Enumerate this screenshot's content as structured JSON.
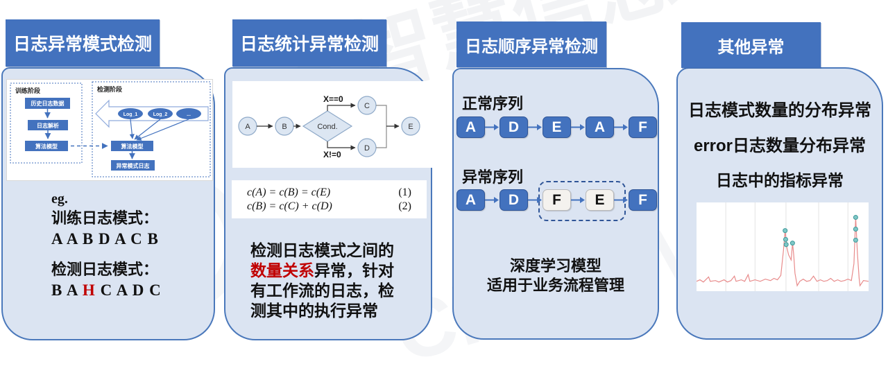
{
  "watermark": {
    "top": "云智慧信息",
    "bottom": "CloudWise"
  },
  "panels": [
    {
      "title": "日志异常模式检测",
      "diagram": {
        "train_label": "训练阶段",
        "train_steps": [
          "历史日志数据",
          "日志解析",
          "算法模型"
        ],
        "detect_label": "检测阶段",
        "logs": [
          "Log_1",
          "Log_2",
          "..."
        ],
        "detect_model": "算法模型",
        "detect_output": "异常模式日志"
      },
      "example": {
        "eg": "eg.",
        "train_label": "训练日志模式：",
        "train_seq": "A A B D A C B",
        "detect_label": "检测日志模式：",
        "detect_seq_before": "B A ",
        "detect_seq_anomaly": "H",
        "detect_seq_after": " C A D C"
      }
    },
    {
      "title": "日志统计异常检测",
      "flowchart": {
        "node_a": "A",
        "node_b": "B",
        "node_cond": "Cond.",
        "node_c": "C",
        "node_d": "D",
        "node_e": "E",
        "branch_top": "X==0",
        "branch_bottom": "X!=0"
      },
      "formulas": [
        {
          "expr": "c(A) = c(B) = c(E)",
          "num": "(1)"
        },
        {
          "expr": "c(B) = c(C) + c(D)",
          "num": "(2)"
        }
      ],
      "desc": {
        "l1": "检测日志模式之间的",
        "l2_red": "数量关系",
        "l2_rest": "异常，针对",
        "l3": "有工作流的日志，检",
        "l4": "测其中的执行异常"
      }
    },
    {
      "title": "日志顺序异常检测",
      "normal_label": "正常序列",
      "normal_seq": [
        "A",
        "D",
        "E",
        "A",
        "F"
      ],
      "abnormal_label": "异常序列",
      "abnormal_seq": [
        {
          "t": "A",
          "anom": false
        },
        {
          "t": "D",
          "anom": false
        },
        {
          "t": "F",
          "anom": true
        },
        {
          "t": "E",
          "anom": true
        },
        {
          "t": "F",
          "anom": false
        }
      ],
      "note_line1": "深度学习模型",
      "note_line2": "适用于业务流程管理"
    },
    {
      "title": "其他异常",
      "line1": "日志模式数量的分布异常",
      "line2": "error日志数量分布异常",
      "line3": "日志中的指标异常"
    }
  ],
  "chart_data": {
    "type": "line",
    "title": "",
    "xlabel": "",
    "ylabel": "",
    "description": "metric time series with anomaly spikes marked by teal dots",
    "line_color": "#e88b8b",
    "anomaly_color": "#7fc7c7",
    "anomaly_stroke": "#3d9999",
    "grid_color": "#e3e3e3",
    "ylim": [
      0,
      1
    ],
    "gridlines_x": [
      0.17,
      0.34,
      0.52,
      0.71,
      0.88
    ],
    "points": [
      [
        0,
        0.04
      ],
      [
        0.02,
        0.06
      ],
      [
        0.04,
        0.03
      ],
      [
        0.07,
        0.1
      ],
      [
        0.08,
        0.04
      ],
      [
        0.11,
        0.05
      ],
      [
        0.13,
        0.03
      ],
      [
        0.16,
        0.06
      ],
      [
        0.18,
        0.03
      ],
      [
        0.2,
        0.05
      ],
      [
        0.22,
        0.11
      ],
      [
        0.23,
        0.04
      ],
      [
        0.26,
        0.06
      ],
      [
        0.28,
        0.04
      ],
      [
        0.3,
        0.13
      ],
      [
        0.31,
        0.04
      ],
      [
        0.34,
        0.06
      ],
      [
        0.37,
        0.04
      ],
      [
        0.4,
        0.07
      ],
      [
        0.43,
        0.05
      ],
      [
        0.45,
        0.08
      ],
      [
        0.47,
        0.06
      ],
      [
        0.49,
        0.12
      ],
      [
        0.505,
        0.45
      ],
      [
        0.515,
        0.73
      ],
      [
        0.525,
        0.5
      ],
      [
        0.535,
        0.4
      ],
      [
        0.55,
        0.33
      ],
      [
        0.558,
        0.56
      ],
      [
        0.565,
        0.4
      ],
      [
        0.572,
        0.15
      ],
      [
        0.58,
        0.05
      ],
      [
        0.585,
        -0.02
      ],
      [
        0.6,
        0.04
      ],
      [
        0.62,
        0.07
      ],
      [
        0.64,
        0.04
      ],
      [
        0.66,
        0.05
      ],
      [
        0.68,
        0.11
      ],
      [
        0.7,
        0.04
      ],
      [
        0.72,
        0.06
      ],
      [
        0.74,
        0.04
      ],
      [
        0.76,
        0.05
      ],
      [
        0.78,
        0.08
      ],
      [
        0.8,
        0.04
      ],
      [
        0.82,
        0.06
      ],
      [
        0.84,
        0.04
      ],
      [
        0.86,
        0.05
      ],
      [
        0.88,
        0.07
      ],
      [
        0.9,
        0.05
      ],
      [
        0.915,
        0.28
      ],
      [
        0.925,
        0.91
      ],
      [
        0.935,
        0.42
      ],
      [
        0.945,
        0.08
      ],
      [
        0.95,
        -0.02
      ],
      [
        0.97,
        0.05
      ],
      [
        1,
        0.04
      ]
    ],
    "anomalies": [
      [
        0.515,
        0.73
      ],
      [
        0.518,
        0.61
      ],
      [
        0.521,
        0.54
      ],
      [
        0.558,
        0.56
      ],
      [
        0.925,
        0.91
      ],
      [
        0.925,
        0.75
      ],
      [
        0.925,
        0.6
      ]
    ]
  }
}
